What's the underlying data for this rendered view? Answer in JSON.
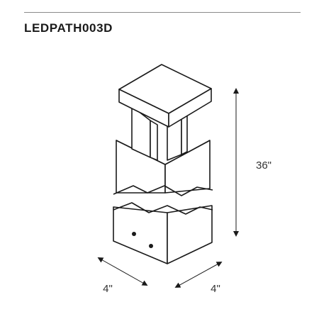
{
  "header": {
    "model": "LEDPATH003D"
  },
  "dimensions": {
    "height": "36\"",
    "width_left": "4\"",
    "width_right": "4\""
  },
  "colors": {
    "line": "#1a1a1a",
    "rule": "#8a8a8a",
    "label": "#333333"
  }
}
